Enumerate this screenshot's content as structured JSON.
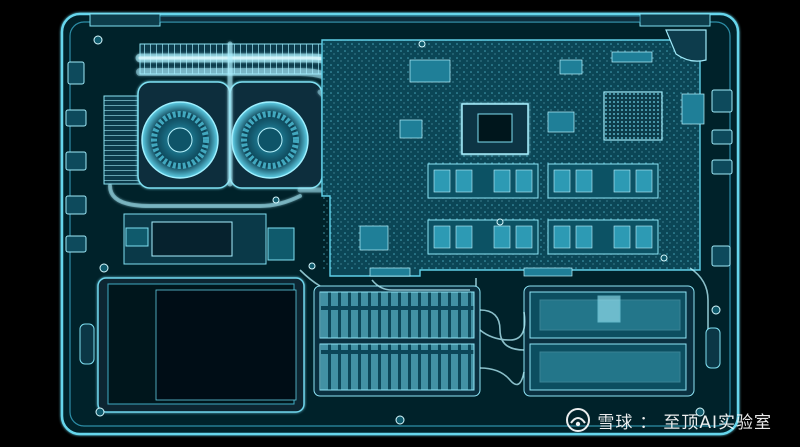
{
  "scene": {
    "subject": "laptop-xray-internals",
    "palette": {
      "background": "#000000",
      "chassis": "#0a2a3a",
      "outline": "#5fd0e8",
      "bright": "#bff3ff",
      "board": "#0d5a6a",
      "dark": "#051018"
    }
  },
  "watermark": {
    "platform": "雪球",
    "separator": "：",
    "account": "至顶AI实验室"
  }
}
